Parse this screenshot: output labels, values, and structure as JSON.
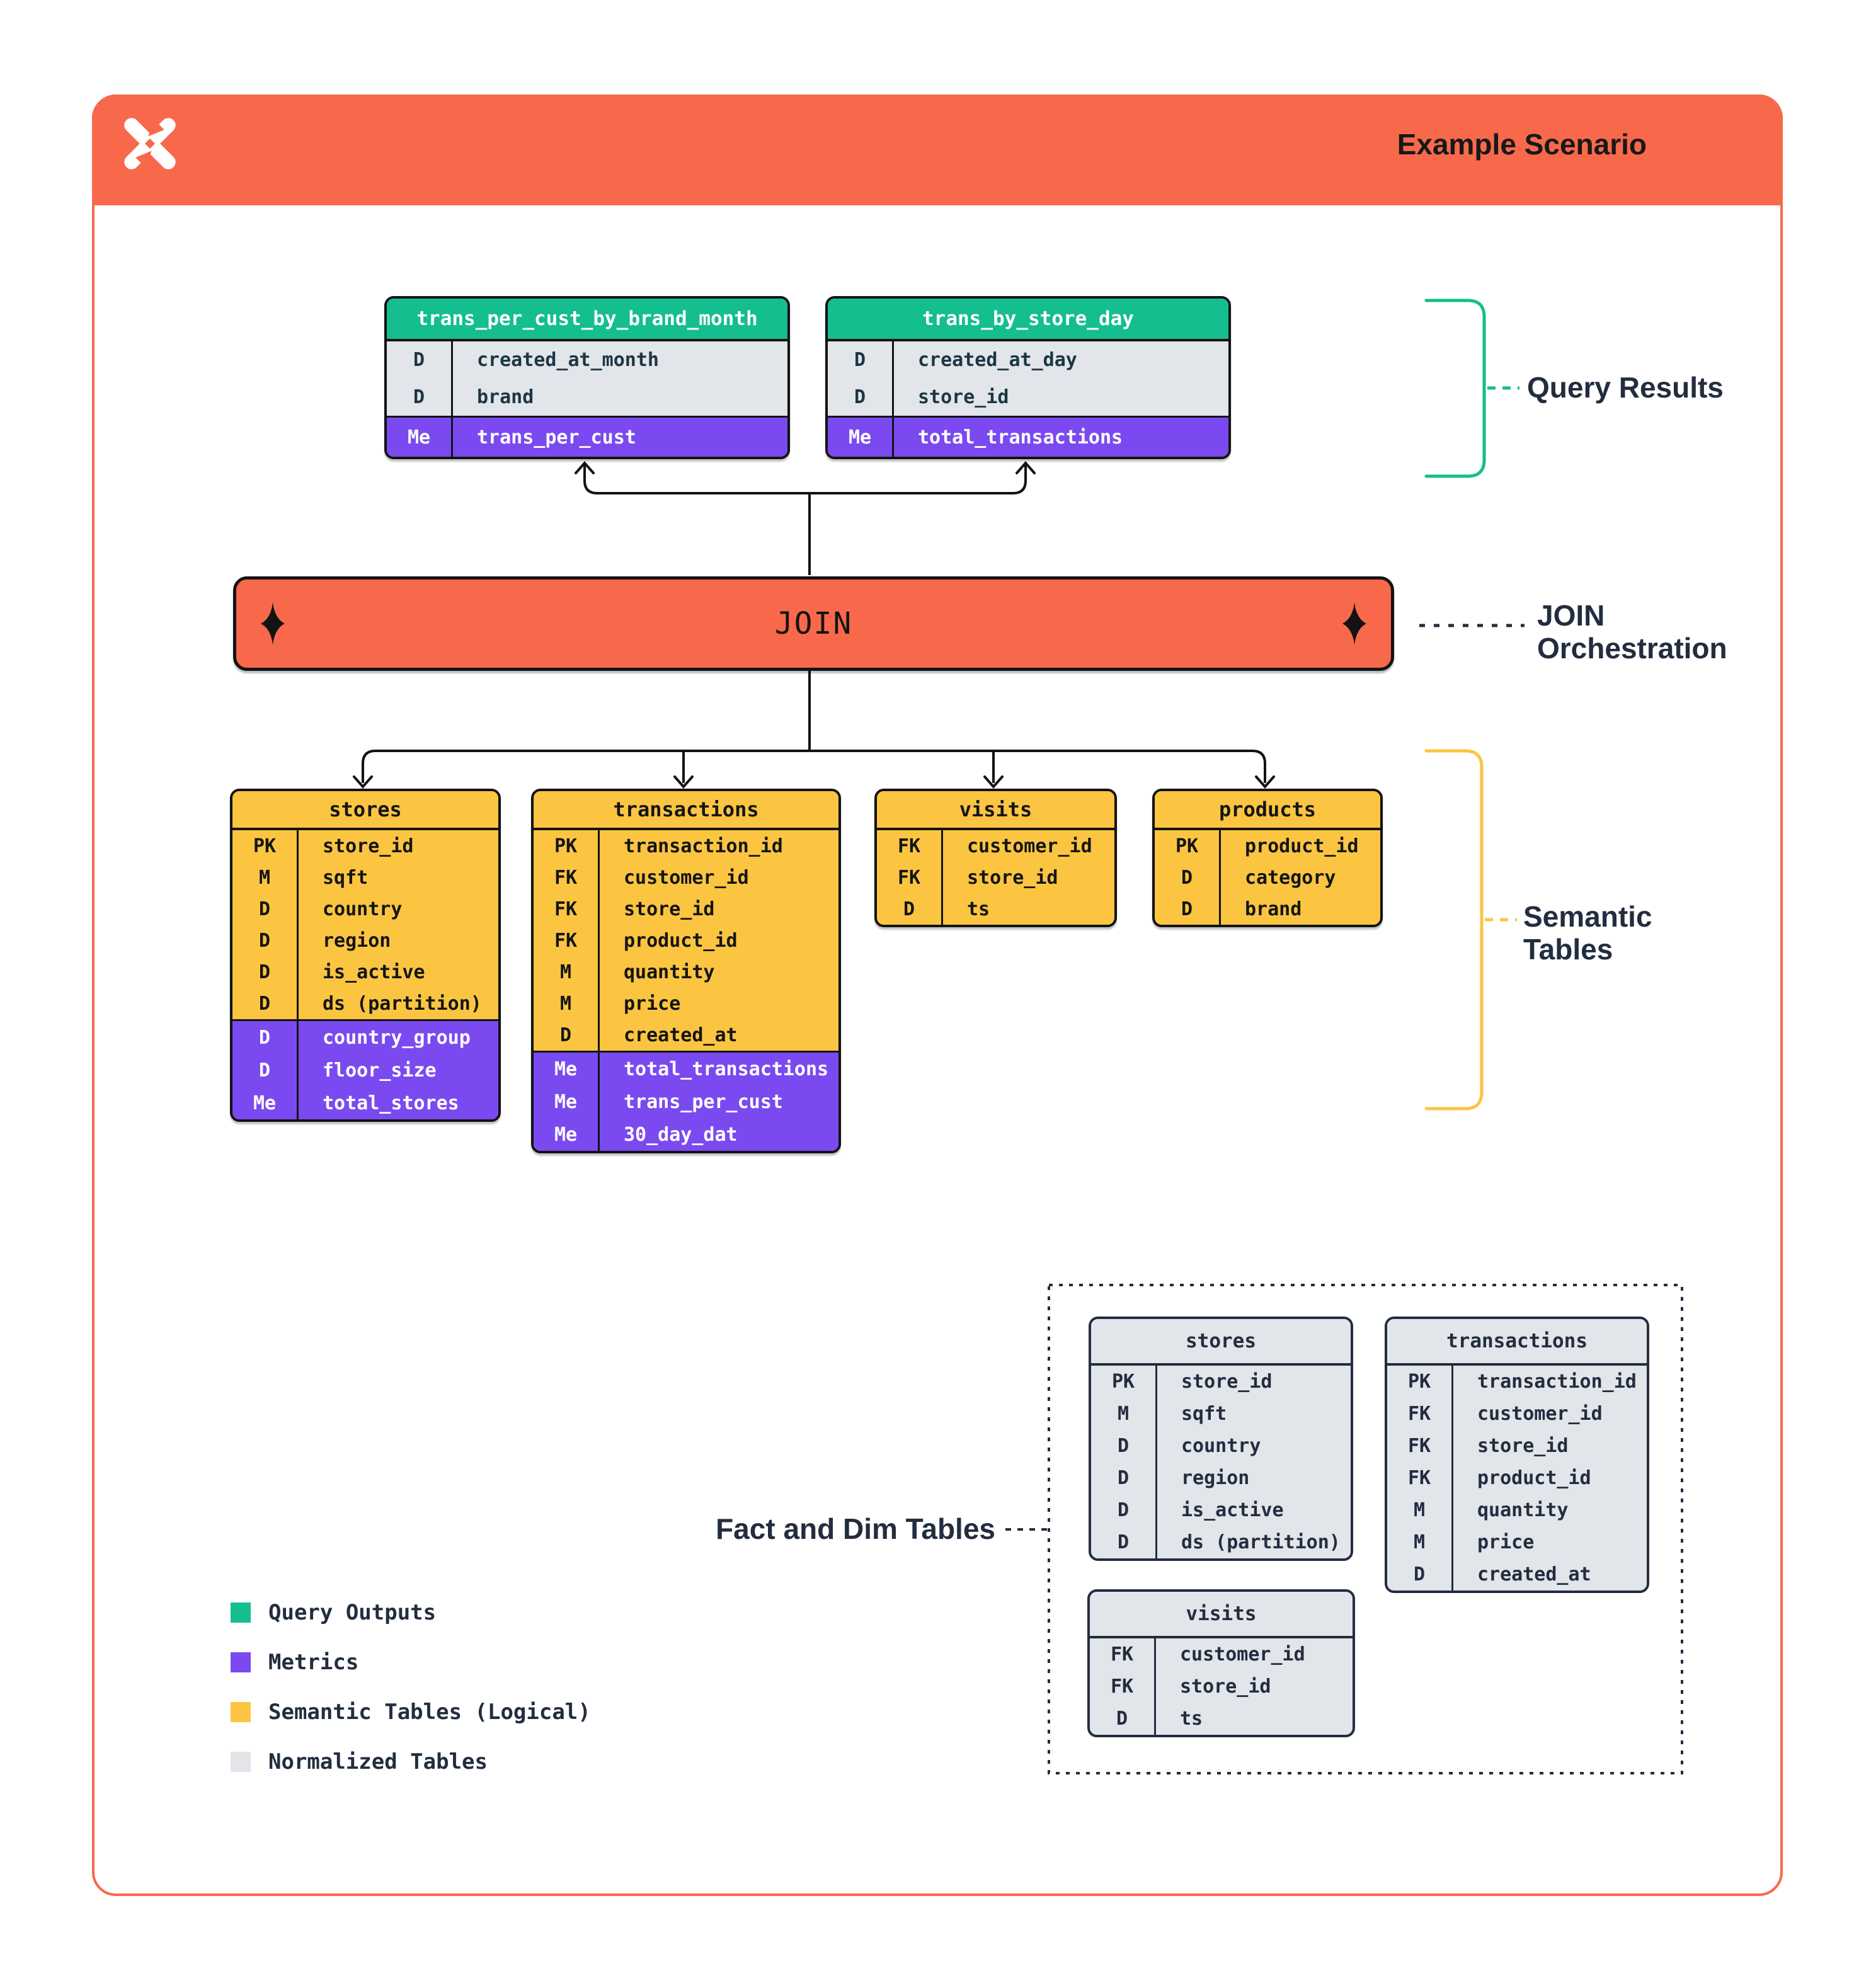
{
  "header": {
    "title": "Example Scenario"
  },
  "colors": {
    "orange": "#F8694B",
    "green": "#14BE8E",
    "purple": "#7A4AF0",
    "yellow": "#FBC541",
    "grayrow": "#E2E5E9",
    "ink": "#131313",
    "navy": "#232D40",
    "tealink": "#1C3644"
  },
  "join": {
    "label": "JOIN"
  },
  "annotations": {
    "query_results": "Query Results",
    "join_orchestration": "JOIN Orchestration",
    "semantic_tables": "Semantic Tables",
    "fact_dim": "Fact and Dim Tables"
  },
  "query_tables": {
    "t1": {
      "name": "trans_per_cust_by_brand_month",
      "rows": [
        {
          "k": "D",
          "f": "created_at_month",
          "sec": "dim"
        },
        {
          "k": "D",
          "f": "brand",
          "sec": "dim"
        },
        {
          "k": "Me",
          "f": "trans_per_cust",
          "sec": "metric"
        }
      ]
    },
    "t2": {
      "name": "trans_by_store_day",
      "rows": [
        {
          "k": "D",
          "f": "created_at_day",
          "sec": "dim"
        },
        {
          "k": "D",
          "f": "store_id",
          "sec": "dim"
        },
        {
          "k": "Me",
          "f": "total_transactions",
          "sec": "metric"
        }
      ]
    }
  },
  "semantic": {
    "stores": {
      "name": "stores",
      "rows": [
        {
          "k": "PK",
          "f": "store_id",
          "sec": "base"
        },
        {
          "k": "M",
          "f": "sqft",
          "sec": "base"
        },
        {
          "k": "D",
          "f": "country",
          "sec": "base"
        },
        {
          "k": "D",
          "f": "region",
          "sec": "base"
        },
        {
          "k": "D",
          "f": "is_active",
          "sec": "base"
        },
        {
          "k": "D",
          "f": "ds (partition)",
          "sec": "base"
        },
        {
          "k": "D",
          "f": "country_group",
          "sec": "metric"
        },
        {
          "k": "D",
          "f": "floor_size",
          "sec": "metric"
        },
        {
          "k": "Me",
          "f": "total_stores",
          "sec": "metric"
        }
      ]
    },
    "transactions": {
      "name": "transactions",
      "rows": [
        {
          "k": "PK",
          "f": "transaction_id",
          "sec": "base"
        },
        {
          "k": "FK",
          "f": "customer_id",
          "sec": "base"
        },
        {
          "k": "FK",
          "f": "store_id",
          "sec": "base"
        },
        {
          "k": "FK",
          "f": "product_id",
          "sec": "base"
        },
        {
          "k": "M",
          "f": "quantity",
          "sec": "base"
        },
        {
          "k": "M",
          "f": "price",
          "sec": "base"
        },
        {
          "k": "D",
          "f": "created_at",
          "sec": "base"
        },
        {
          "k": "Me",
          "f": "total_transactions",
          "sec": "metric"
        },
        {
          "k": "Me",
          "f": "trans_per_cust",
          "sec": "metric"
        },
        {
          "k": "Me",
          "f": "30_day_dat",
          "sec": "metric"
        }
      ]
    },
    "visits": {
      "name": "visits",
      "rows": [
        {
          "k": "FK",
          "f": "customer_id",
          "sec": "base"
        },
        {
          "k": "FK",
          "f": "store_id",
          "sec": "base"
        },
        {
          "k": "D",
          "f": "ts",
          "sec": "base"
        }
      ]
    },
    "products": {
      "name": "products",
      "rows": [
        {
          "k": "PK",
          "f": "product_id",
          "sec": "base"
        },
        {
          "k": "D",
          "f": "category",
          "sec": "base"
        },
        {
          "k": "D",
          "f": "brand",
          "sec": "base"
        }
      ]
    }
  },
  "normalized": {
    "stores": {
      "name": "stores",
      "rows": [
        {
          "k": "PK",
          "f": "store_id",
          "sec": "plain"
        },
        {
          "k": "M",
          "f": "sqft",
          "sec": "plain"
        },
        {
          "k": "D",
          "f": "country",
          "sec": "plain"
        },
        {
          "k": "D",
          "f": "region",
          "sec": "plain"
        },
        {
          "k": "D",
          "f": "is_active",
          "sec": "plain"
        },
        {
          "k": "D",
          "f": "ds (partition)",
          "sec": "plain"
        }
      ]
    },
    "transactions": {
      "name": "transactions",
      "rows": [
        {
          "k": "PK",
          "f": "transaction_id",
          "sec": "plain"
        },
        {
          "k": "FK",
          "f": "customer_id",
          "sec": "plain"
        },
        {
          "k": "FK",
          "f": "store_id",
          "sec": "plain"
        },
        {
          "k": "FK",
          "f": "product_id",
          "sec": "plain"
        },
        {
          "k": "M",
          "f": "quantity",
          "sec": "plain"
        },
        {
          "k": "M",
          "f": "price",
          "sec": "plain"
        },
        {
          "k": "D",
          "f": "created_at",
          "sec": "plain"
        }
      ]
    },
    "visits": {
      "name": "visits",
      "rows": [
        {
          "k": "FK",
          "f": "customer_id",
          "sec": "plain"
        },
        {
          "k": "FK",
          "f": "store_id",
          "sec": "plain"
        },
        {
          "k": "D",
          "f": "ts",
          "sec": "plain"
        }
      ]
    }
  },
  "legend": {
    "items": [
      {
        "label": "Query Outputs",
        "color": "#14BE8E"
      },
      {
        "label": "Metrics",
        "color": "#7A4AF0"
      },
      {
        "label": "Semantic Tables (Logical)",
        "color": "#FBC541"
      },
      {
        "label": "Normalized Tables",
        "color": "#E2E5E9"
      }
    ]
  }
}
